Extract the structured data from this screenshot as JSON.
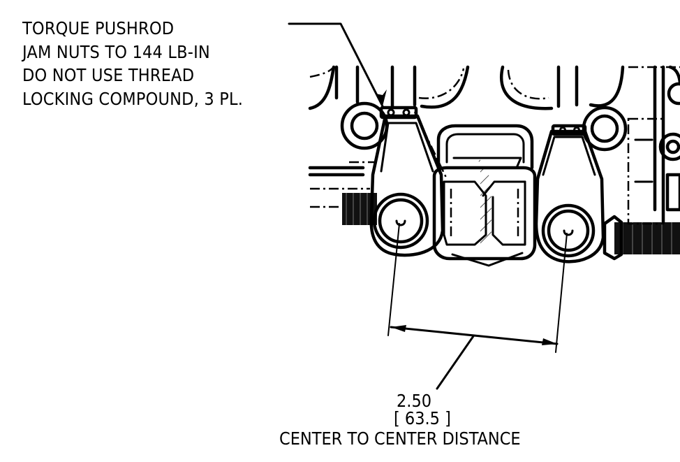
{
  "note": {
    "lines": [
      "TORQUE PUSHROD",
      "JAM NUTS TO 144 LB-IN",
      "DO NOT USE THREAD",
      "LOCKING COMPOUND, 3 PL."
    ]
  },
  "dimension": {
    "value_in": "2.50",
    "value_mm": "[ 63.5 ]",
    "label": "CENTER TO CENTER DISTANCE"
  }
}
